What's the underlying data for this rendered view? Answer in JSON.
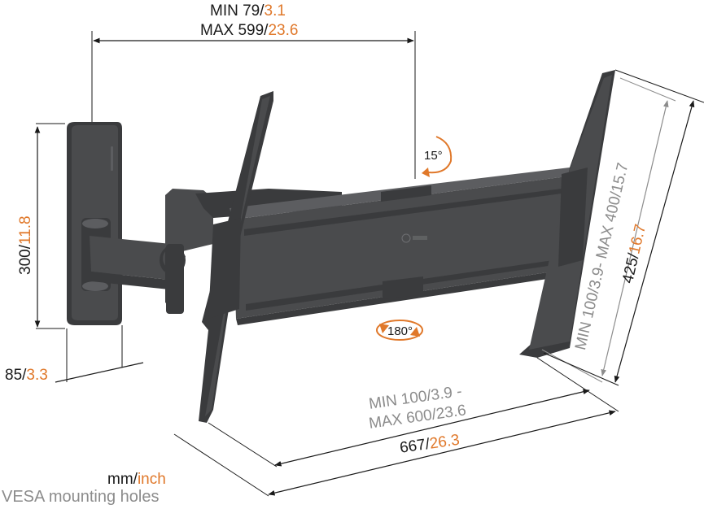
{
  "colors": {
    "mount": "#4a4b4d",
    "mount_dark": "#3a3b3d",
    "mount_light": "#5c5d60",
    "orange": "#e0782a",
    "line": "#1a1a1a",
    "gray_text": "#8c8c8c"
  },
  "dimensions": {
    "arm_min_mm": "MIN 79/",
    "arm_min_in": "3.1",
    "arm_max_mm": "MAX 599/",
    "arm_max_in": "23.6",
    "wall_height_mm": "300/",
    "wall_height_in": "11.8",
    "wall_depth_mm": "85/",
    "wall_depth_in": "3.3",
    "vesa_v_min_mm": "MIN 100/",
    "vesa_v_min_in": "3.9",
    "vesa_v_max_mm": "- MAX 400/",
    "vesa_v_max_in": "15.7",
    "vert_total_mm": "425/",
    "vert_total_in": "16.7",
    "vesa_h_min_mm": "MIN 100/",
    "vesa_h_min_in": "3.9",
    "vesa_h_sep": "-",
    "vesa_h_max_mm": "MAX 600/",
    "vesa_h_max_in": "23.6",
    "horiz_total_mm": "667",
    "horiz_total_sep": "/",
    "horiz_total_in": "26.3"
  },
  "badges": {
    "tilt": "15°",
    "rotate": "180°"
  },
  "legend": {
    "unit_mm": "mm/",
    "unit_inch": "inch",
    "vesa_note": "VESA mounting holes"
  },
  "icons": {
    "tilt": "tilt-arrow-icon",
    "rotate": "rotate-arrow-icon",
    "logo": "brand-logo-icon"
  }
}
